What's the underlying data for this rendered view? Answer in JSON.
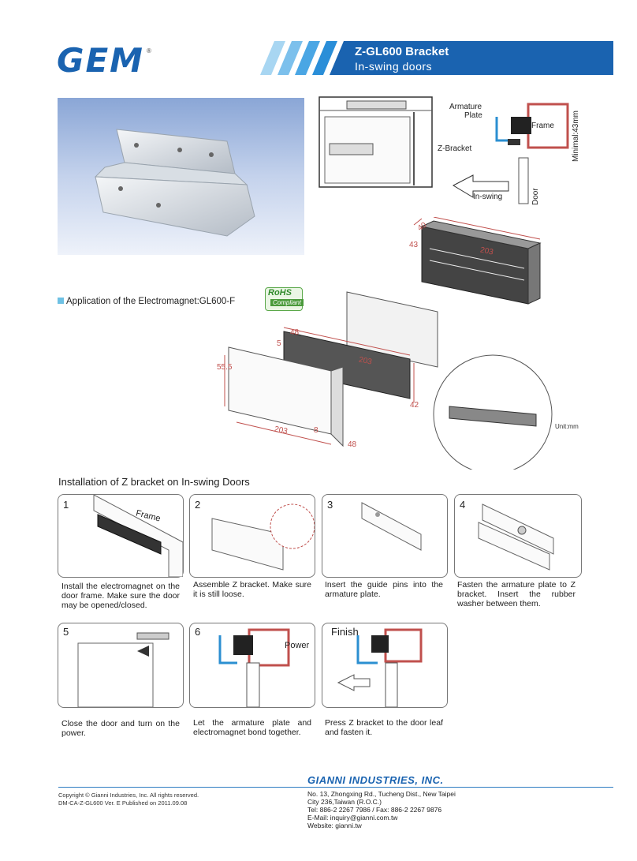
{
  "header": {
    "logo": "GEM",
    "logo_reg": "®",
    "title": "Z-GL600 Bracket",
    "subtitle": "In-swing doors"
  },
  "diagram_labels": {
    "armature": "Armature",
    "plate": "Plate",
    "z_bracket": "Z-Bracket",
    "frame": "Frame",
    "minimal": "Minimal:43mm",
    "in_swing": "In-swing",
    "door": "Door"
  },
  "application": {
    "text": "Application of the Electromagnet:GL600-F",
    "rohs": "RoHS",
    "rohs_sub": "Compliant"
  },
  "dimensions": {
    "d40": "40",
    "d43": "43",
    "d203a": "203",
    "d48a": "48",
    "d5": "5",
    "d203b": "203",
    "d42": "42",
    "d555": "55.5",
    "d8": "8",
    "d203c": "203",
    "d48b": "48"
  },
  "unit": "Unit:mm",
  "section_title": "Installation of Z bracket on In-swing Doors",
  "steps": [
    {
      "num": "1",
      "label": "Frame",
      "caption": "Install the electromagnet on the door frame. Make sure the door may be opened/closed."
    },
    {
      "num": "2",
      "caption": "Assemble Z bracket. Make sure it is still loose."
    },
    {
      "num": "3",
      "caption": "Insert the guide pins into the armature plate."
    },
    {
      "num": "4",
      "caption": "Fasten the armature plate to Z bracket. Insert the rubber washer between them."
    },
    {
      "num": "5",
      "caption": "Close the door and turn on the power."
    },
    {
      "num": "6",
      "label": "Power",
      "caption": "Let the armature plate and electromagnet bond together."
    },
    {
      "num": "Finish",
      "caption": "Press Z bracket to the door leaf and fasten it."
    }
  ],
  "footer": {
    "company": "GIANNI INDUSTRIES, INC.",
    "copyright": "Copyright © Gianni Industries, Inc. All rights reserved.",
    "doc": "DM-CA-Z-GL600   Ver. E  Published on 2011.09.08",
    "addr1": "No. 13, Zhongxing Rd., Tucheng Dist., New Taipei",
    "addr2": "City 236,Taiwan (R.O.C.)",
    "tel": "Tel: 886-2 2267 7986 / Fax: 886-2 2267 9876",
    "email": "E-Mail: inquiry@gianni.com.tw",
    "web": "Website: gianni.tw"
  },
  "colors": {
    "brand_blue": "#1a63b0",
    "accent_blue": "#2f8fd6",
    "frame_red": "#c0504d",
    "bracket_blue": "#2b8fd1"
  }
}
